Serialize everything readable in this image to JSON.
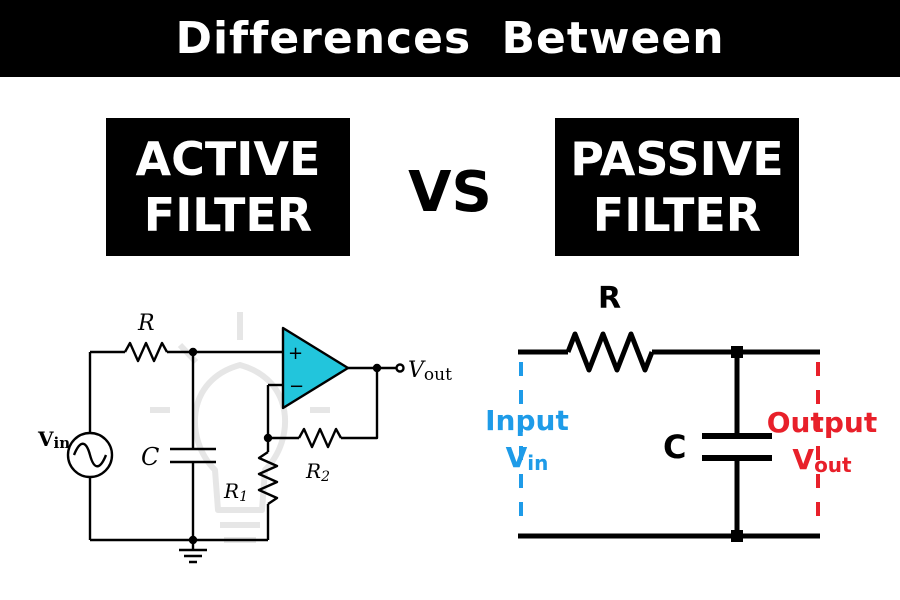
{
  "header": {
    "title": "Differences Between"
  },
  "left_box": {
    "line1": "ACTIVE",
    "line2": "FILTER"
  },
  "vs_label": "VS",
  "right_box": {
    "line1": "PASSIVE",
    "line2": "FILTER"
  },
  "active_circuit": {
    "resistor_label": "R",
    "capacitor_label": "C",
    "r1_main": "R",
    "r1_sub": "1",
    "r2_main": "R",
    "r2_sub": "2",
    "vin_main": "V",
    "vin_sub": "in",
    "vout_main": "V",
    "vout_sub": "out",
    "plus_sign": "+",
    "minus_sign": "−",
    "opamp_color": "#22c5dc"
  },
  "passive_circuit": {
    "resistor_label": "R",
    "capacitor_label": "C",
    "input_label": "Input",
    "input_v_main": "V",
    "input_v_sub": "in",
    "output_label": "Output",
    "output_v_main": "V",
    "output_v_sub": "out",
    "input_color": "#1e9be8",
    "output_color": "#e8202a"
  }
}
